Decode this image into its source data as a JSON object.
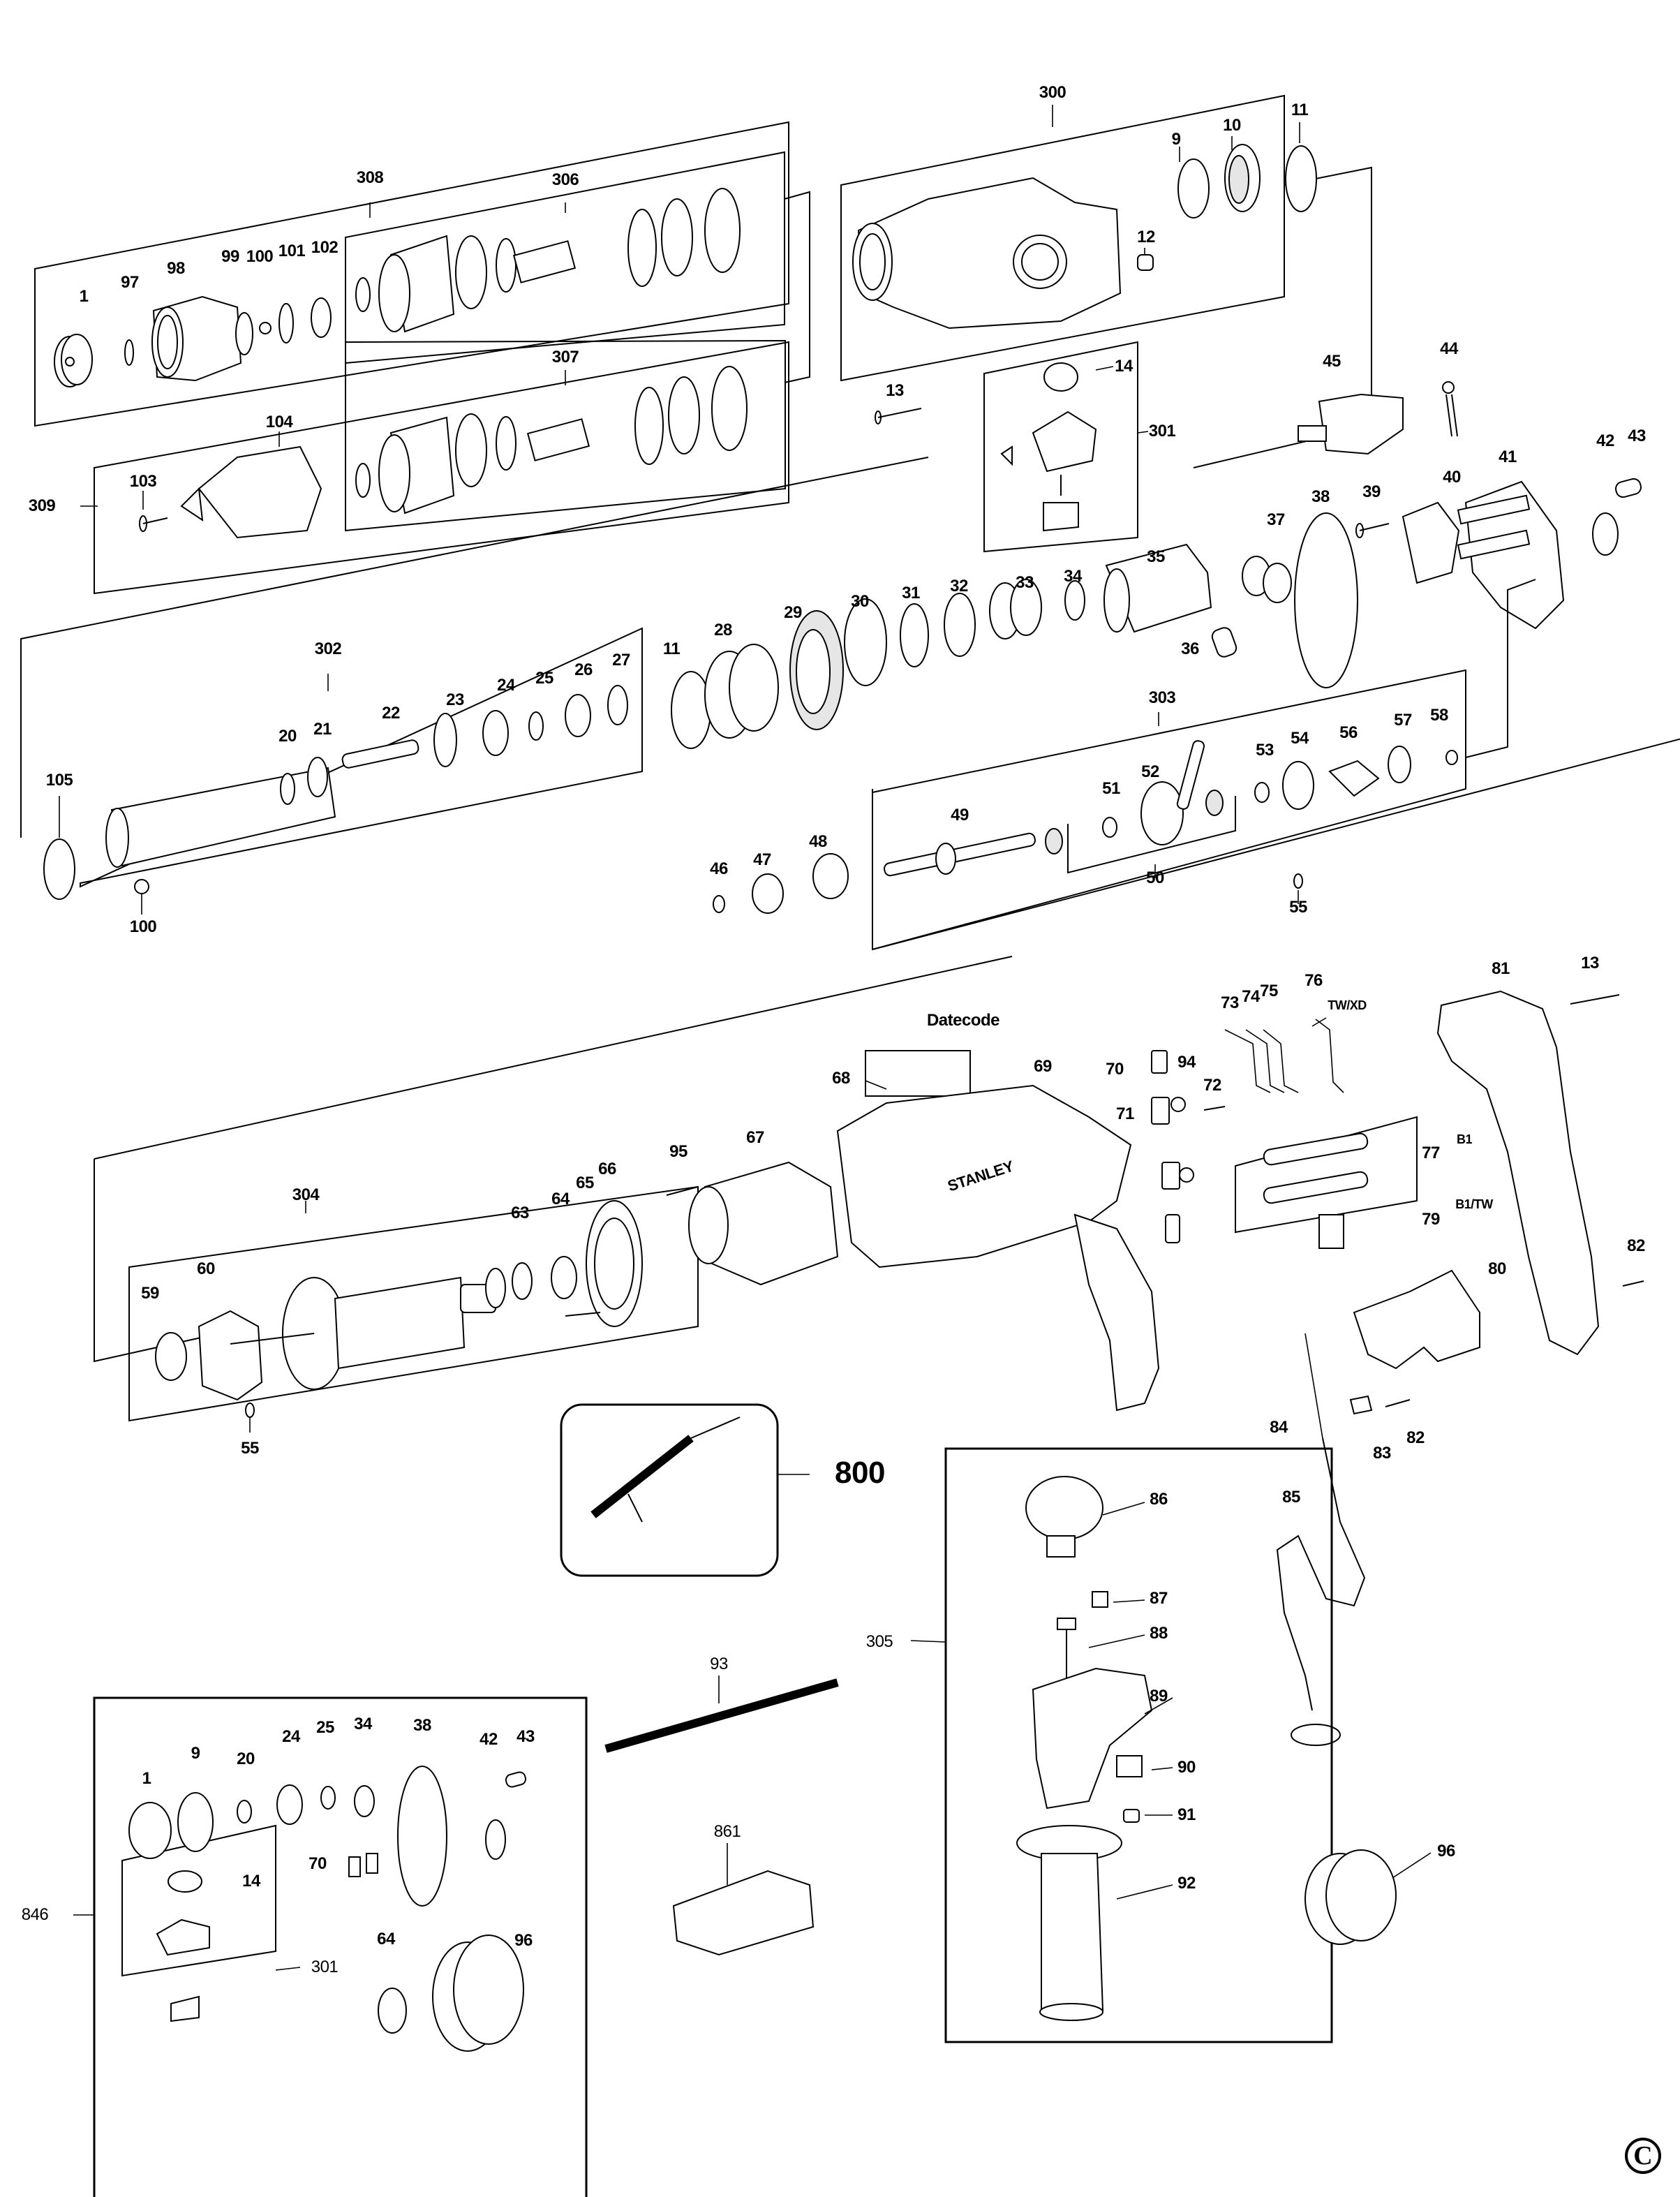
{
  "diagram": {
    "title": "Stanley rotary hammer exploded parts diagram",
    "brand_on_housing": "STANLEY",
    "datecode_label": "Datecode",
    "copyright_symbol": "C",
    "callouts": {
      "p1": "1",
      "p97": "97",
      "p98": "98",
      "p99": "99",
      "p100a": "100",
      "p101": "101",
      "p102": "102",
      "p306": "306",
      "p307": "307",
      "p308": "308",
      "p309": "309",
      "p103": "103",
      "p104": "104",
      "p300": "300",
      "p9": "9",
      "p10": "10",
      "p11a": "11",
      "p12": "12",
      "p13a": "13",
      "p14": "14",
      "p301": "301",
      "p45": "45",
      "p44": "44",
      "p42": "42",
      "p43": "43",
      "p41": "41",
      "p40": "40",
      "p39": "39",
      "p38": "38",
      "p37": "37",
      "p35": "35",
      "p36": "36",
      "p34": "34",
      "p33": "33",
      "p32": "32",
      "p31": "31",
      "p30": "30",
      "p29": "29",
      "p28": "28",
      "p11b": "11",
      "p302": "302",
      "p20": "20",
      "p21": "21",
      "p22": "22",
      "p23": "23",
      "p24": "24",
      "p25": "25",
      "p26": "26",
      "p27": "27",
      "p105": "105",
      "p100b": "100",
      "p303": "303",
      "p49": "49",
      "p50": "50",
      "p51": "51",
      "p52": "52",
      "p53": "53",
      "p54": "54",
      "p56": "56",
      "p57": "57",
      "p58": "58",
      "p55a": "55",
      "p46": "46",
      "p47": "47",
      "p48": "48",
      "p304": "304",
      "p59": "59",
      "p60": "60",
      "p63": "63",
      "p64a": "64",
      "p65": "65",
      "p66": "66",
      "p95": "95",
      "p67": "67",
      "p55b": "55",
      "p68": "68",
      "p69": "69",
      "p70a": "70",
      "p94": "94",
      "p71": "71",
      "p72": "72",
      "p73": "73",
      "p74": "74",
      "p75": "75",
      "p76": "76",
      "tw_xd": "TW/XD",
      "p77": "77",
      "b1": "B1",
      "p79": "79",
      "b1_tw": "B1/TW",
      "p81": "81",
      "p13b": "13",
      "p82a": "82",
      "p80": "80",
      "p84": "84",
      "p83": "83",
      "p82b": "82",
      "p85": "85",
      "p800": "800",
      "p305": "305",
      "p86": "86",
      "p87": "87",
      "p88": "88",
      "p89": "89",
      "p90": "90",
      "p91": "91",
      "p92": "92",
      "p93": "93",
      "p861": "861",
      "p96a": "96",
      "p846": "846",
      "kit_1": "1",
      "kit_9": "9",
      "kit_20": "20",
      "kit_24": "24",
      "kit_25": "25",
      "kit_34": "34",
      "kit_38": "38",
      "kit_42": "42",
      "kit_43": "43",
      "kit_70": "70",
      "kit_14": "14",
      "kit_301": "301",
      "kit_64": "64",
      "kit_96": "96"
    }
  }
}
